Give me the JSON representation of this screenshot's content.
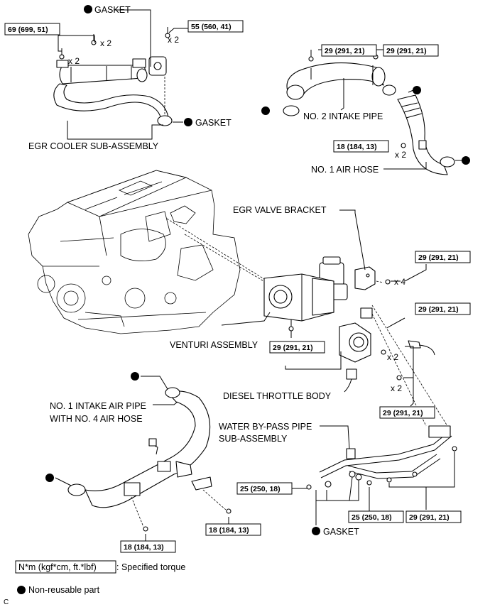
{
  "labels": {
    "gasket_top": "GASKET",
    "gasket_egr_lower": "GASKET",
    "egr_cooler": "EGR COOLER SUB-ASSEMBLY",
    "no2_intake_pipe": "NO. 2 INTAKE PIPE",
    "no1_air_hose": "NO. 1 AIR HOSE",
    "egr_valve_bracket": "EGR VALVE BRACKET",
    "venturi": "VENTURI ASSEMBLY",
    "diesel_throttle": "DIESEL THROTTLE BODY",
    "no1_intake_air_pipe_l1": "NO. 1 INTAKE AIR PIPE",
    "no1_intake_air_pipe_l2": "WITH NO. 4 AIR HOSE",
    "water_bypass_l1": "WATER BY-PASS PIPE",
    "water_bypass_l2": "SUB-ASSEMBLY",
    "gasket_bottom": "GASKET"
  },
  "torques": {
    "t1": "69 (699, 51)",
    "t2": "55 (560, 41)",
    "t3": "29 (291, 21)",
    "t4": "29 (291, 21)",
    "t5": "18 (184, 13)",
    "t6": "29 (291, 21)",
    "t7": "29 (291, 21)",
    "t8": "29 (291, 21)",
    "t9": "29 (291, 21)",
    "t10": "25 (250, 18)",
    "t11": "25 (250, 18)",
    "t12": "29 (291, 21)",
    "t13": "18 (184, 13)",
    "t14": "18 (184, 13)"
  },
  "counts": {
    "c1": "x 2",
    "c2": "x 2",
    "c3": "x 2",
    "c4": "x 2",
    "c5": "x 4",
    "c6": "x 2",
    "c7": "x 2"
  },
  "legend": {
    "torque_unit": "N*m (kgf*cm, ft.*lbf)",
    "torque_text": ": Specified torque",
    "nonreusable_text": "Non-reusable part"
  },
  "corner_code": "C",
  "colors": {
    "ink": "#000000",
    "paper": "#ffffff"
  }
}
